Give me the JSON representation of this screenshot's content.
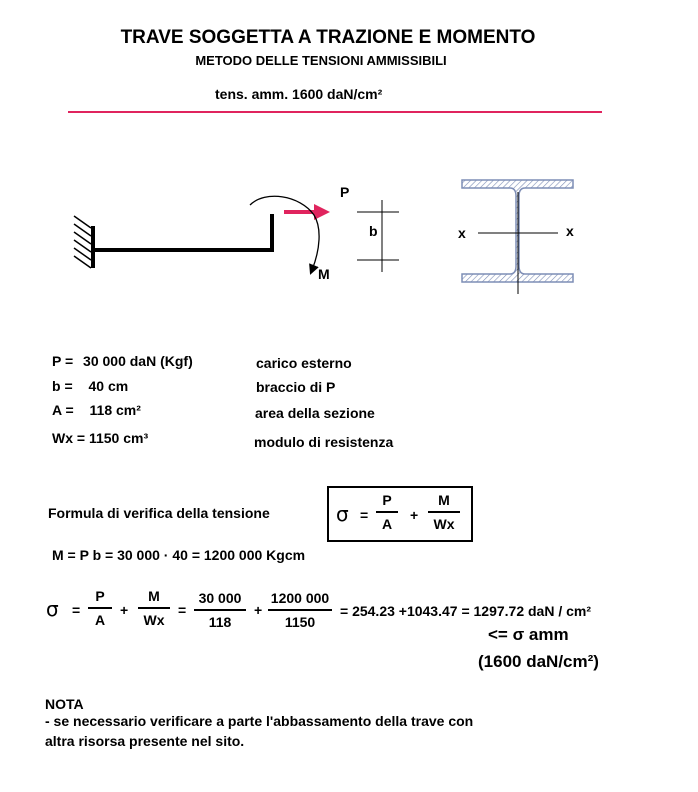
{
  "header": {
    "title": "TRAVE SOGGETTA A TRAZIONE E MOMENTO",
    "subtitle": "METODO DELLE TENSIONI AMMISSIBILI",
    "allowable_stress": "tens. amm. 1600 daN/cm²",
    "accent_color": "#e0245e"
  },
  "diagram": {
    "p_label": "P",
    "m_label": "M",
    "b_label": "b",
    "x_left": "x",
    "x_right": "x"
  },
  "data_rows": [
    {
      "label": "P =",
      "value": "30 000  daN (Kgf)",
      "desc": "carico esterno"
    },
    {
      "label": "b =",
      "value": "40    cm",
      "desc": "braccio di P"
    },
    {
      "label": "A =",
      "value": "118 cm²",
      "desc": "area della sezione"
    },
    {
      "label": "Wx = 1150  cm³",
      "value": "",
      "desc": "modulo di resistenza"
    }
  ],
  "verification": {
    "label": "Formula di verifica della tensione",
    "sigma": "σ",
    "eq": "=",
    "plus": "+",
    "p": "P",
    "a": "A",
    "m": "M",
    "wx": "Wx",
    "moment_line": "M = P b = 30 000 · 40 = 1200 000 Kgcm"
  },
  "calculation": {
    "sigma": "σ",
    "eq": "=",
    "plus": "+",
    "p": "P",
    "a": "A",
    "m": "M",
    "wx": "Wx",
    "num1": "30 000",
    "den1": "118",
    "num2": "1200 000",
    "den2": "1150",
    "result": "= 254.23 +1043.47  = 1297.72  daN / cm²",
    "check": "<= σ amm",
    "limit": "(1600 daN/cm²)"
  },
  "note": {
    "heading": "NOTA",
    "line1": "- se necessario verificare a parte l'abbassamento della trave con",
    "line2": "altra risorsa presente nel sito."
  }
}
